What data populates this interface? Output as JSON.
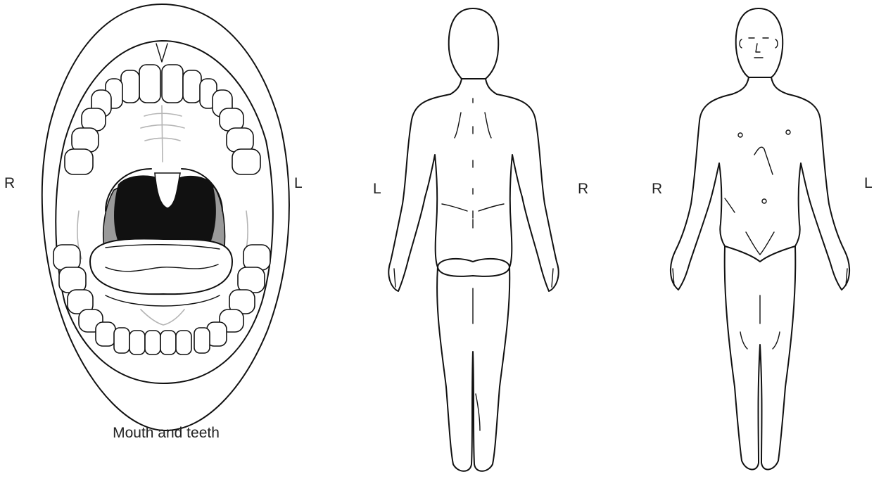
{
  "mouth": {
    "caption": "Mouth and teeth",
    "label_left": "R",
    "label_right": "L"
  },
  "back_view": {
    "label_left": "L",
    "label_right": "R"
  },
  "front_view": {
    "label_left": "R",
    "label_right": "L"
  },
  "colors": {
    "line": "#111111",
    "throat": "#111111",
    "tonsil": "#9a9a9a",
    "soft_lines": "#b5b5b5"
  }
}
